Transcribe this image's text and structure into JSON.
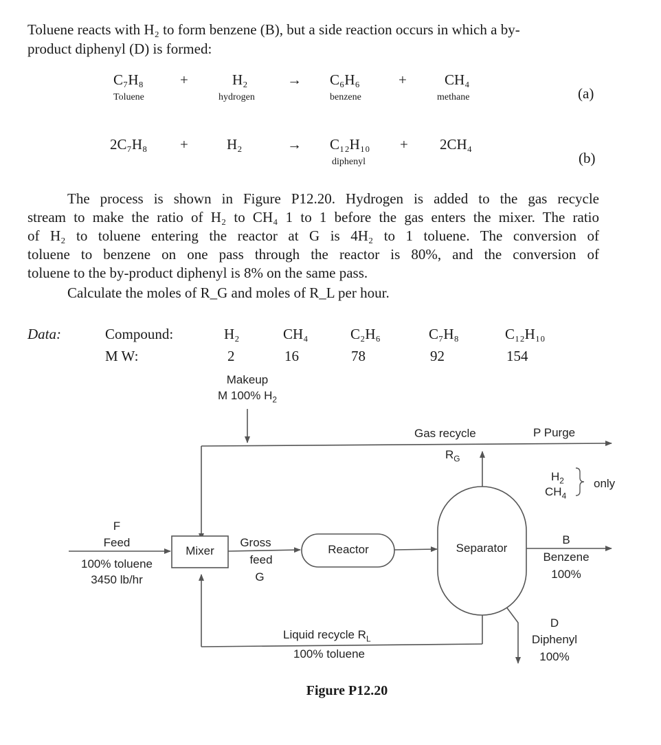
{
  "intro": {
    "line1": "Toluene reacts with H₂ to form benzene (B), but a side reaction occurs in which a by-",
    "line2": "product diphenyl (D) is formed:"
  },
  "reaction_a": {
    "reactant1": "C₇H₈",
    "reactant1_name": "Toluene",
    "plus1": "+",
    "reactant2": "H₂",
    "reactant2_name": "hydrogen",
    "arrow": "→",
    "product1": "C₆H₆",
    "product1_name": "benzene",
    "plus2": "+",
    "product2": "CH₄",
    "product2_name": "methane",
    "tag": "(a)"
  },
  "reaction_b": {
    "reactant1": "2C₇H₈",
    "plus1": "+",
    "reactant2": "H₂",
    "arrow": "→",
    "product1": "C₁₂H₁₀",
    "product1_name": "diphenyl",
    "plus2": "+",
    "product2": "2CH₄",
    "tag": "(b)"
  },
  "problem": {
    "l1": "The process is shown in Figure P12.20. Hydrogen is added to the gas recycle",
    "l2": "stream to make the ratio of H₂ to CH₄ 1 to 1 before the gas enters the mixer. The ratio",
    "l3": "of H₂ to toluene entering the reactor at G is 4H₂ to 1 toluene. The conversion of",
    "l4": "toluene to benzene on one pass through the reactor is 80%, and the conversion of",
    "l5": "toluene to the by-product diphenyl is 8% on the same pass.",
    "question": "Calculate the moles of R_G and moles of R_L per hour."
  },
  "data_table": {
    "label": "Data:",
    "row1_head": "Compound:",
    "row2_head": "M W:",
    "compounds": [
      "H₂",
      "CH₄",
      "C₂H₆",
      "C₇H₈",
      "C₁₂H₁₀"
    ],
    "mw": [
      "2",
      "16",
      "78",
      "92",
      "154"
    ]
  },
  "diagram": {
    "makeup_1": "Makeup",
    "makeup_2": "M 100% H₂",
    "gas_recycle": "Gas recycle",
    "rg": "R_G",
    "purge": "P Purge",
    "h2": "H₂",
    "ch4": "CH₄",
    "only": "only",
    "feed_f": "F",
    "feed": "Feed",
    "feed_comp": "100% toluene",
    "feed_rate": "3450 lb/hr",
    "mixer": "Mixer",
    "gross": "Gross",
    "gross_feed": "feed",
    "gross_g": "G",
    "reactor": "Reactor",
    "separator": "Separator",
    "b": "B",
    "benzene": "Benzene",
    "benzene_pct": "100%",
    "d": "D",
    "diphenyl": "Diphenyl",
    "diphenyl_pct": "100%",
    "liquid_recycle": "Liquid recycle R_L",
    "liquid_comp": "100% toluene",
    "figure_caption": "Figure P12.20"
  }
}
